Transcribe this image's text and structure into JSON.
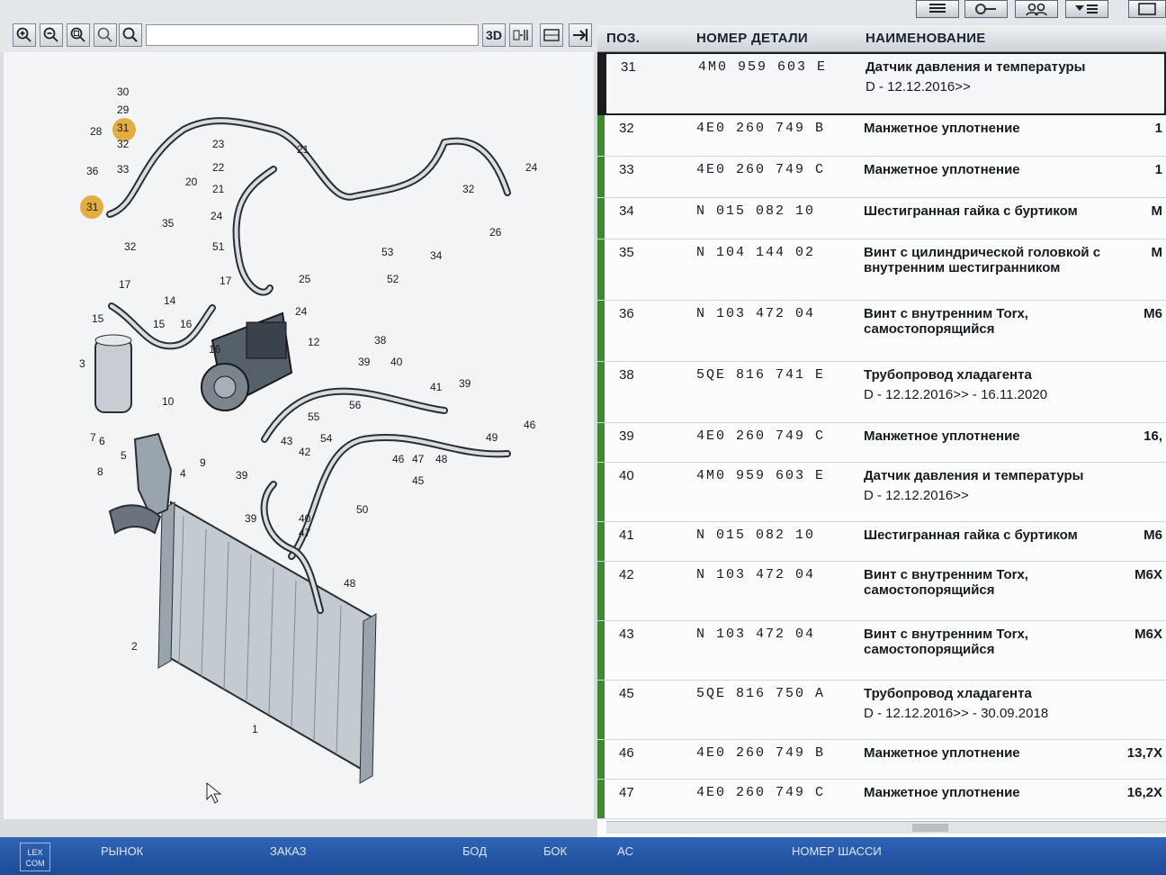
{
  "toolbar": {
    "btn_3d": "3D",
    "icons": [
      "zoom-in-icon",
      "zoom-out-icon",
      "zoom-area-icon",
      "zoom-100-icon",
      "search-icon"
    ]
  },
  "table": {
    "headers": {
      "pos": "ПОЗ.",
      "part_number": "НОМЕР ДЕТАЛИ",
      "name": "НАИМЕНОВАНИЕ"
    },
    "rows": [
      {
        "pos": "31",
        "part_number": "4M0 959 603 E",
        "name": "Датчик давления и температуры",
        "date": "D - 12.12.2016>>",
        "qty": "",
        "selected": true
      },
      {
        "pos": "32",
        "part_number": "4E0 260 749 B",
        "name": "Манжетное уплотнение",
        "date": "",
        "qty": "1"
      },
      {
        "pos": "33",
        "part_number": "4E0 260 749 C",
        "name": "Манжетное уплотнение",
        "date": "",
        "qty": "1"
      },
      {
        "pos": "34",
        "part_number": "N 015 082 10",
        "name": "Шестигранная гайка с буртиком",
        "date": "",
        "qty": "M"
      },
      {
        "pos": "35",
        "part_number": "N 104 144 02",
        "name": "Винт с цилиндрической головкой с внутренним шестигранником",
        "date": "",
        "qty": "M"
      },
      {
        "pos": "36",
        "part_number": "N 103 472 04",
        "name": "Винт с внутренним Torx, самостопорящийся",
        "date": "",
        "qty": "M6"
      },
      {
        "pos": "38",
        "part_number": "5QE 816 741 E",
        "name": "Трубопровод хладагента",
        "date": "D - 12.12.2016>> - 16.11.2020",
        "qty": ""
      },
      {
        "pos": "39",
        "part_number": "4E0 260 749 C",
        "name": "Манжетное уплотнение",
        "date": "",
        "qty": "16,"
      },
      {
        "pos": "40",
        "part_number": "4M0 959 603 E",
        "name": "Датчик давления и температуры",
        "date": "D - 12.12.2016>>",
        "qty": ""
      },
      {
        "pos": "41",
        "part_number": "N 015 082 10",
        "name": "Шестигранная гайка с буртиком",
        "date": "",
        "qty": "M6"
      },
      {
        "pos": "42",
        "part_number": "N 103 472 04",
        "name": "Винт с внутренним Torx, самостопорящийся",
        "date": "",
        "qty": "M6X"
      },
      {
        "pos": "43",
        "part_number": "N 103 472 04",
        "name": "Винт с внутренним Torx, самостопорящийся",
        "date": "",
        "qty": "M6X"
      },
      {
        "pos": "45",
        "part_number": "5QE 816 750 A",
        "name": "Трубопровод хладагента",
        "date": "D - 12.12.2016>> - 30.09.2018",
        "qty": ""
      },
      {
        "pos": "46",
        "part_number": "4E0 260 749 B",
        "name": "Манжетное уплотнение",
        "date": "",
        "qty": "13,7X"
      },
      {
        "pos": "47",
        "part_number": "4E0 260 749 C",
        "name": "Манжетное уплотнение",
        "date": "",
        "qty": "16,2X"
      }
    ]
  },
  "diagram": {
    "labels": [
      "30",
      "29",
      "28",
      "31",
      "32",
      "36",
      "33",
      "31",
      "35",
      "32",
      "23",
      "21",
      "22",
      "20",
      "21",
      "24",
      "51",
      "17",
      "17",
      "25",
      "14",
      "15",
      "16",
      "15",
      "24",
      "12",
      "16",
      "52",
      "53",
      "34",
      "32",
      "26",
      "24",
      "3",
      "10",
      "38",
      "39",
      "40",
      "41",
      "39",
      "7",
      "6",
      "5",
      "8",
      "4",
      "9",
      "56",
      "55",
      "54",
      "43",
      "42",
      "39",
      "46",
      "47",
      "48",
      "45",
      "49",
      "46",
      "39",
      "40",
      "47",
      "50",
      "48",
      "2",
      "1"
    ],
    "highlight_color": "#e0a020"
  },
  "statusbar": {
    "logo": "LEX COM",
    "items": [
      "РЫНОК",
      "ЗАКАЗ",
      "БОД",
      "БОК",
      "AC",
      "НОМЕР ШАССИ"
    ]
  },
  "colors": {
    "row_bar": "#3e8a2f",
    "status_bg": "#2a5caa"
  }
}
